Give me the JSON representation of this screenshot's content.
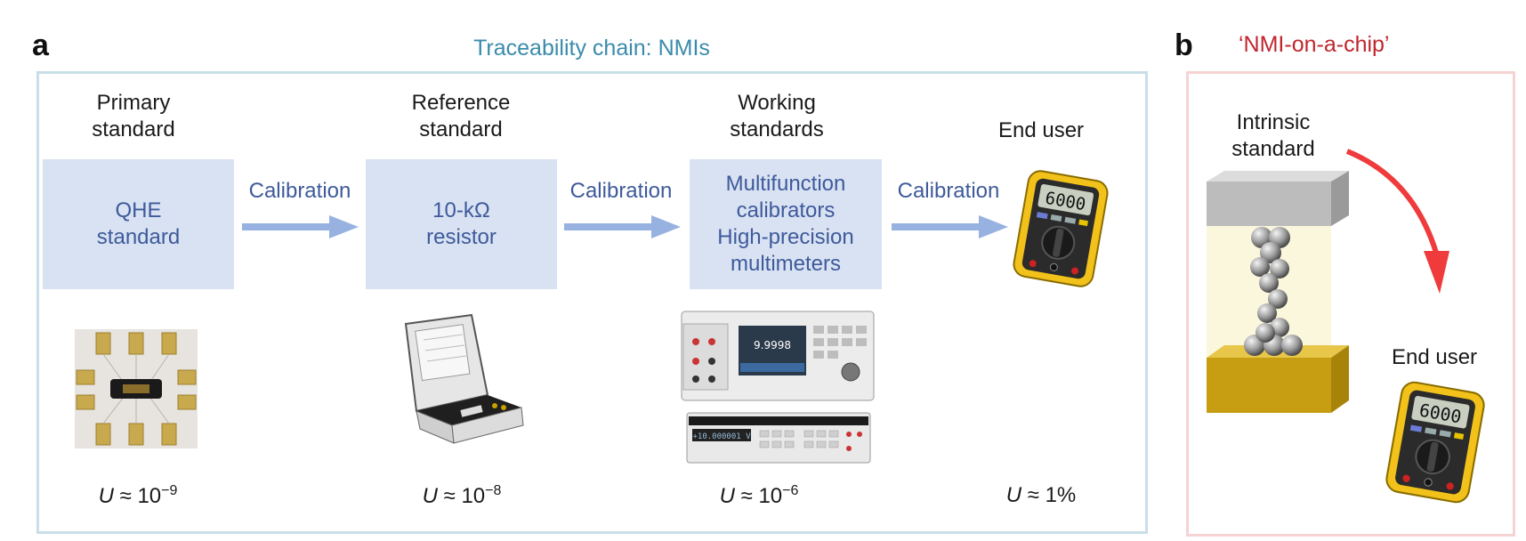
{
  "panel_a": {
    "letter": "a",
    "title": "Traceability chain: NMIs",
    "title_color": "#3a8bab",
    "stages": [
      {
        "label_lines": [
          "Primary",
          "standard"
        ],
        "box_lines": [
          "QHE",
          "standard"
        ],
        "uncertainty_exponent": "−9",
        "image": "qhe-chip-photo"
      },
      {
        "label_lines": [
          "Reference",
          "standard"
        ],
        "box_lines": [
          "10-kΩ",
          "resistor"
        ],
        "uncertainty_exponent": "−8",
        "image": "resistor-case-photo"
      },
      {
        "label_lines": [
          "Working",
          "standards"
        ],
        "box_lines": [
          "Multifunction",
          "calibrators",
          "High-precision",
          "multimeters"
        ],
        "uncertainty_exponent": "−6",
        "image": "calibrator-multimeter-photo"
      },
      {
        "label_lines": [
          "End user"
        ],
        "uncertainty_text": "≈ 1%",
        "image": "multimeter-icon"
      }
    ],
    "arrow_label": "Calibration",
    "uncertainty_symbol": "U",
    "uncertainty_prefix": "≈ 10",
    "box_color": "#d8e2f3",
    "arrow_color": "#97b2e0"
  },
  "panel_b": {
    "letter": "b",
    "title": "‘NMI-on-a-chip’",
    "title_color": "#c0262d",
    "intrinsic_label": [
      "Intrinsic",
      "standard"
    ],
    "end_user_label": "End user",
    "arrow_color": "#ef3b3b"
  },
  "meter_display": "6000"
}
